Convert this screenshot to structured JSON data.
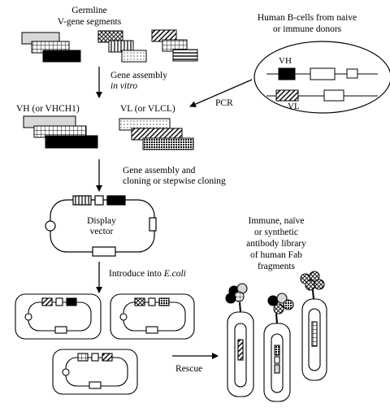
{
  "labels": {
    "germline_1": "Germline",
    "germline_2": "V-gene segments",
    "human_1": "Human B-cells from naive",
    "human_2": "or immune donors",
    "vh_cell": "VH",
    "vl_cell": "VL",
    "assembly_1": "Gene assembly",
    "assembly_2": "in vitro",
    "pcr": "PCR",
    "vh_heading": "VH (or VHCH1)",
    "vl_heading": "VL (or VLCL)",
    "cloning_1": "Gene assembly and",
    "cloning_2": "cloning or stepwise cloning",
    "vector_1": "Display",
    "vector_2": "vector",
    "library_1": "Immune, naïve",
    "library_2": "or synthetic",
    "library_3": "antibody library",
    "library_4": "of human Fab",
    "library_5": "fragments",
    "introduce_prefix": "Introduce into ",
    "introduce_species": "E.coli",
    "rescue": "Rescue"
  }
}
